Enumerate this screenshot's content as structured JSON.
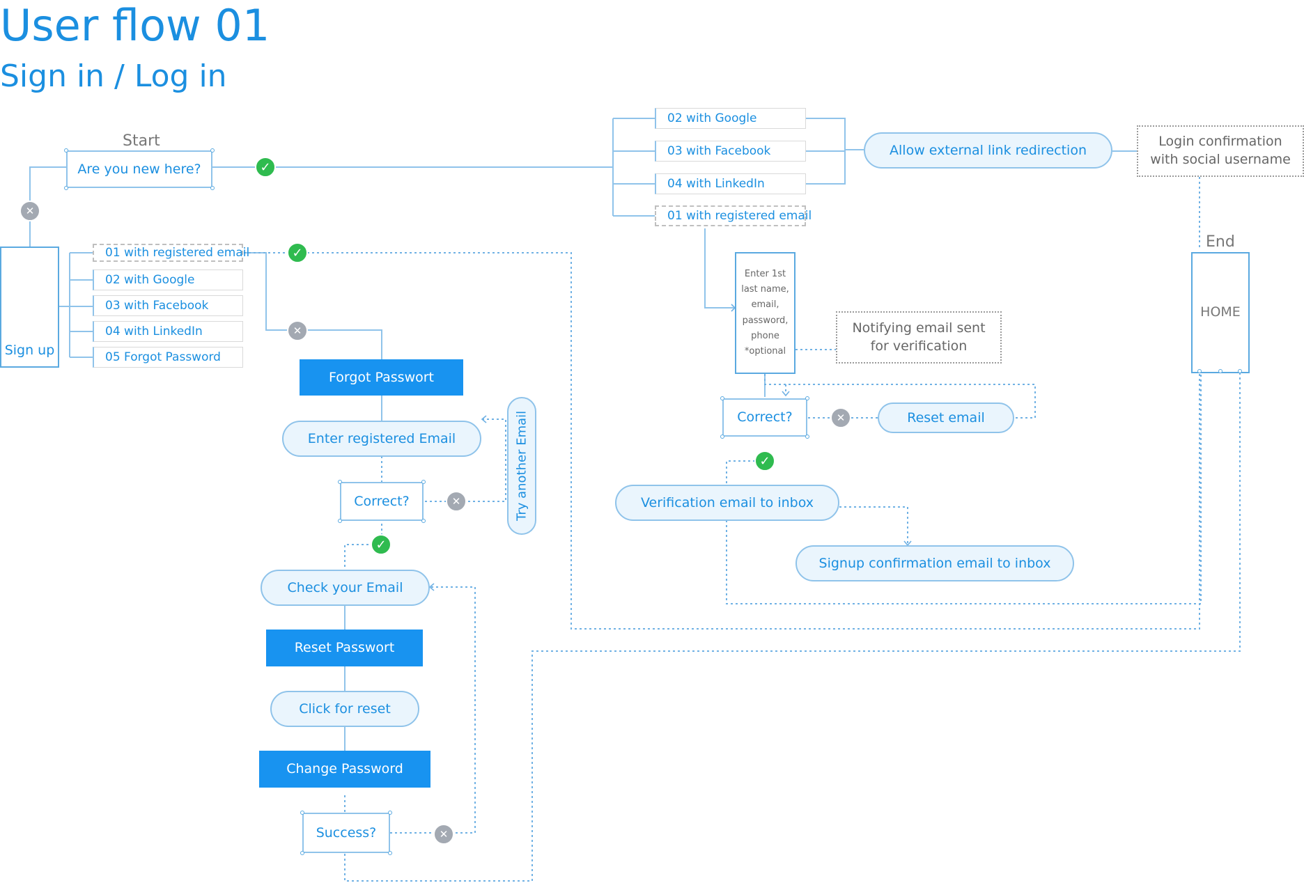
{
  "title": "User flow 01",
  "subtitle": "Sign in / Log in",
  "start_label": "Start",
  "end_label": "End",
  "start_question": "Are you new here?",
  "signup": "Sign up",
  "home": "HOME",
  "left_options": [
    "01 with registered email",
    "02 with Google",
    "03 with Facebook",
    "04 with LinkedIn",
    "05 Forgot Password"
  ],
  "top_options": [
    "02 with Google",
    "03 with Facebook",
    "04 with LinkedIn",
    "01 with registered email"
  ],
  "allow_external": "Allow external link redirection",
  "login_confirmation": "Login confirmation\nwith social username",
  "forgot_flow": {
    "forgot_password": "Forgot Passwort",
    "enter_email": "Enter registered Email",
    "correct": "Correct?",
    "try_another": "Try another Email",
    "check_email": "Check your Email",
    "reset_password": "Reset Passwort",
    "click_reset": "Click for reset",
    "change_password": "Change Password",
    "success": "Success?"
  },
  "signup_flow": {
    "form_fields": [
      "Enter 1st",
      "last name,",
      "email,",
      "password,",
      "phone",
      "*optional"
    ],
    "notify": "Notifying email sent\nfor verification",
    "correct": "Correct?",
    "reset_email": "Reset email",
    "verification": "Verification email to inbox",
    "confirmation": "Signup confirmation email to inbox"
  },
  "icons": {
    "check": "check-icon",
    "cross": "close-icon"
  },
  "colors": {
    "primary": "#1893f0",
    "text": "#1b8fe0",
    "line": "#8fc3ea",
    "success": "#2fbb4f",
    "fail": "#a3a9b2"
  }
}
